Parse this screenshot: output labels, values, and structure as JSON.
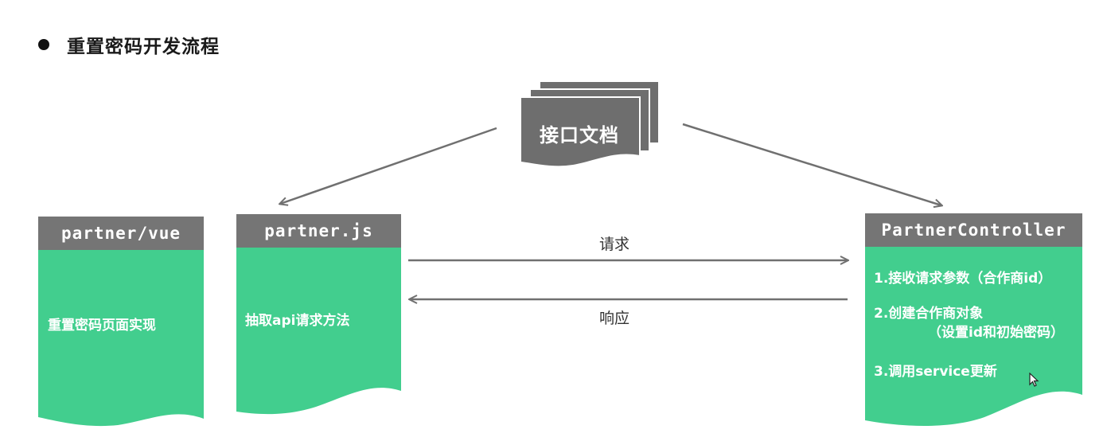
{
  "title": "重置密码开发流程",
  "doc": {
    "label": "接口文档"
  },
  "cards": {
    "vue": {
      "header": "partner/vue",
      "body": "重置密码页面实现"
    },
    "js": {
      "header": "partner.js",
      "body": "抽取api请求方法"
    },
    "controller": {
      "header": "PartnerController",
      "lines": [
        "1.接收请求参数（合作商id）",
        "2.创建合作商对象",
        "（设置id和初始密码）",
        "3.调用service更新"
      ]
    }
  },
  "arrows": {
    "request": "请求",
    "response": "响应"
  },
  "colors": {
    "green": "#42CE8E",
    "header_gray": "#757575",
    "doc_gray": "#6E6E6E",
    "arrow_gray": "#707070"
  }
}
